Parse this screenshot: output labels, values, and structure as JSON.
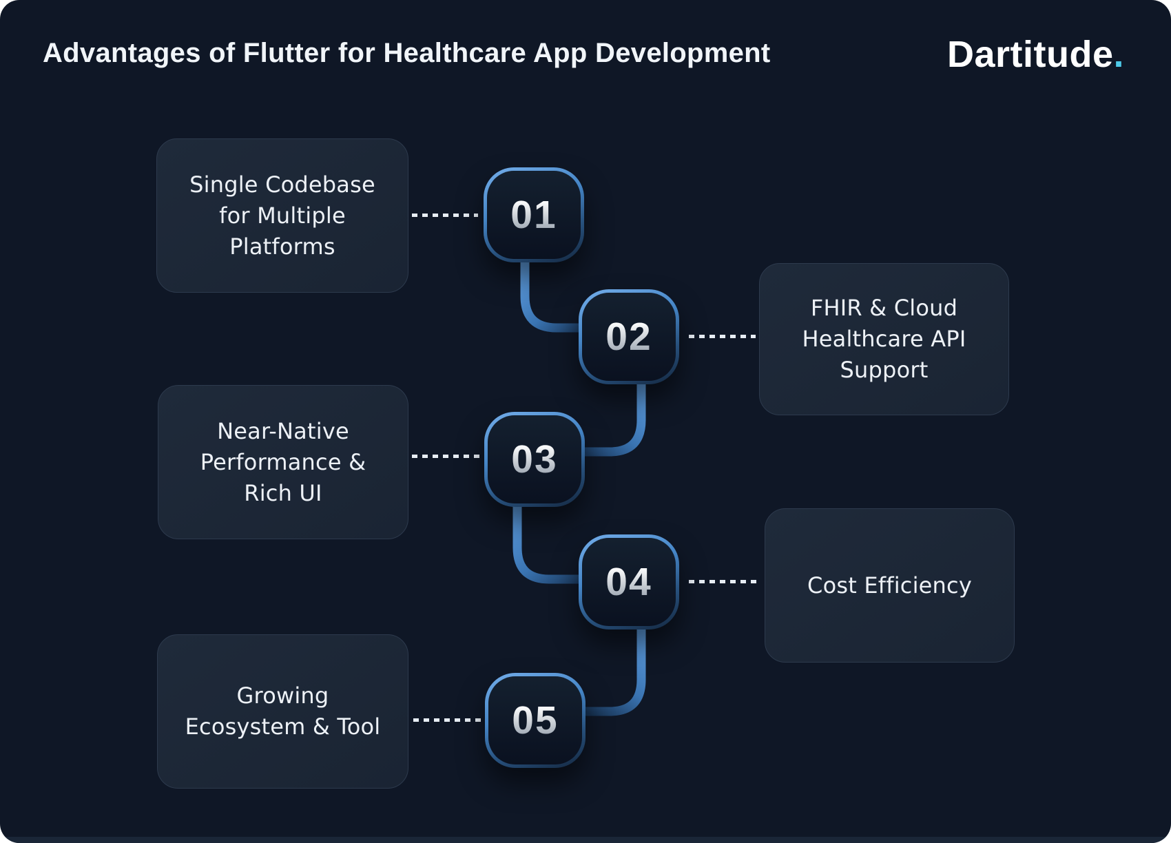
{
  "header": {
    "title": "Advantages of Flutter for Healthcare App Development",
    "brand": "Dartitude",
    "brand_suffix": "."
  },
  "colors": {
    "canvas_bg": "#0f1726",
    "card_bg": "#1c2736",
    "card_border": "#2d3a4d",
    "accent_blue": "#5b9de0",
    "accent_cyan": "#4ecae9",
    "number_gradient_top": "#ffffff",
    "number_gradient_bottom": "#8d99a6",
    "text": "#edf1f6",
    "dash": "#e7edf4"
  },
  "steps": [
    {
      "number": "01",
      "label": "Single Codebase\nfor Multiple\nPlatforms",
      "side": "left"
    },
    {
      "number": "02",
      "label": "FHIR & Cloud\nHealthcare API\nSupport",
      "side": "right"
    },
    {
      "number": "03",
      "label": "Near-Native\nPerformance &\nRich UI",
      "side": "left"
    },
    {
      "number": "04",
      "label": "Cost Efficiency",
      "side": "right"
    },
    {
      "number": "05",
      "label": "Growing\nEcosystem & Tool",
      "side": "left"
    }
  ]
}
